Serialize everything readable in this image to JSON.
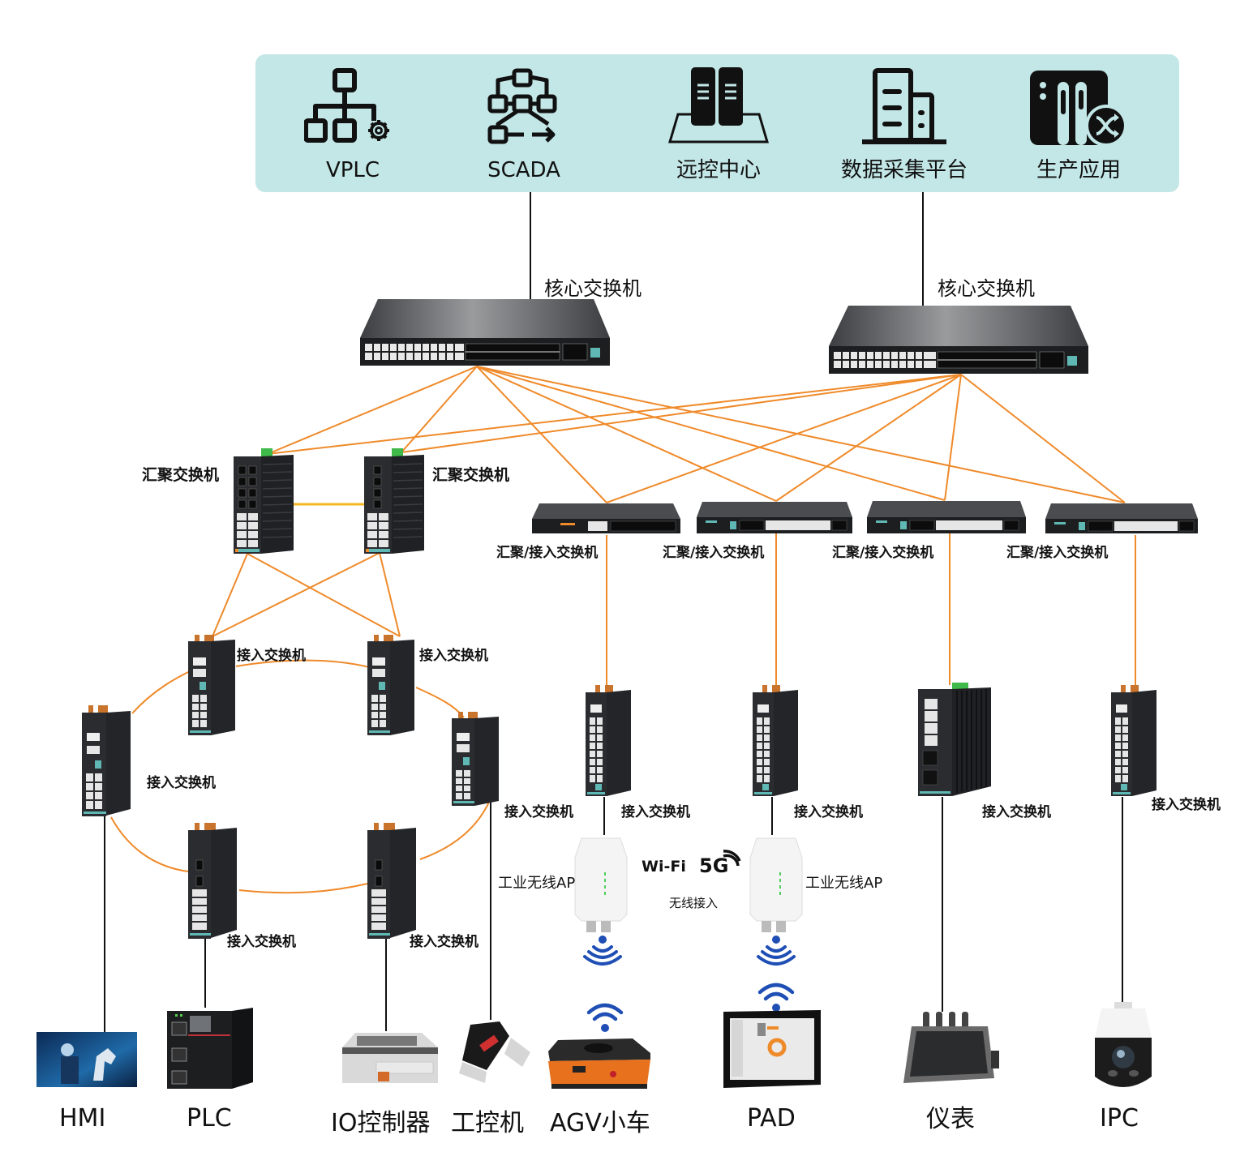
{
  "apps": [
    {
      "label": "VPLC",
      "icon": "org-chart-gear-icon"
    },
    {
      "label": "SCADA",
      "icon": "flowchart-icon"
    },
    {
      "label": "远控中心",
      "icon": "server-platform-icon"
    },
    {
      "label": "数据采集平台",
      "icon": "building-icon"
    },
    {
      "label": "生产应用",
      "icon": "server-shuffle-icon"
    }
  ],
  "core_switches": [
    {
      "label": "核心交换机"
    },
    {
      "label": "核心交换机"
    }
  ],
  "aggregation_switches": [
    {
      "label": "汇聚交换机"
    },
    {
      "label": "汇聚交换机"
    }
  ],
  "agg_access_switches": [
    {
      "label": "汇聚/接入交换机"
    },
    {
      "label": "汇聚/接入交换机"
    },
    {
      "label": "汇聚/接入交换机"
    },
    {
      "label": "汇聚/接入交换机"
    }
  ],
  "ring_access_switches": [
    {
      "label": "接入交换机"
    },
    {
      "label": "接入交换机"
    },
    {
      "label": "接入交换机"
    },
    {
      "label": "接入交换机"
    },
    {
      "label": "接入交换机"
    },
    {
      "label": "接入交换机"
    }
  ],
  "right_access_switches": [
    {
      "label": "接入交换机"
    },
    {
      "label": "接入交换机"
    },
    {
      "label": "接入交换机"
    },
    {
      "label": "接入交换机"
    }
  ],
  "wireless": {
    "ap_labels": [
      "工业无线AP",
      "工业无线AP"
    ],
    "wifi_text": "Wi-Fi",
    "fiveg_text": "5G",
    "caption": "无线接入"
  },
  "devices": [
    {
      "label": "HMI"
    },
    {
      "label": "PLC"
    },
    {
      "label": "IO控制器"
    },
    {
      "label": "工控机"
    },
    {
      "label": "AGV小车"
    },
    {
      "label": "PAD"
    },
    {
      "label": "仪表"
    },
    {
      "label": "IPC"
    }
  ],
  "colors": {
    "panel_bg": "#c3e6e6",
    "link_orange": "#ef8a2a",
    "ring_yellow": "#f5b820",
    "wire_black": "#111111",
    "wifi_blue": "#1f4fb5",
    "switch_body": "#2c2e31"
  }
}
